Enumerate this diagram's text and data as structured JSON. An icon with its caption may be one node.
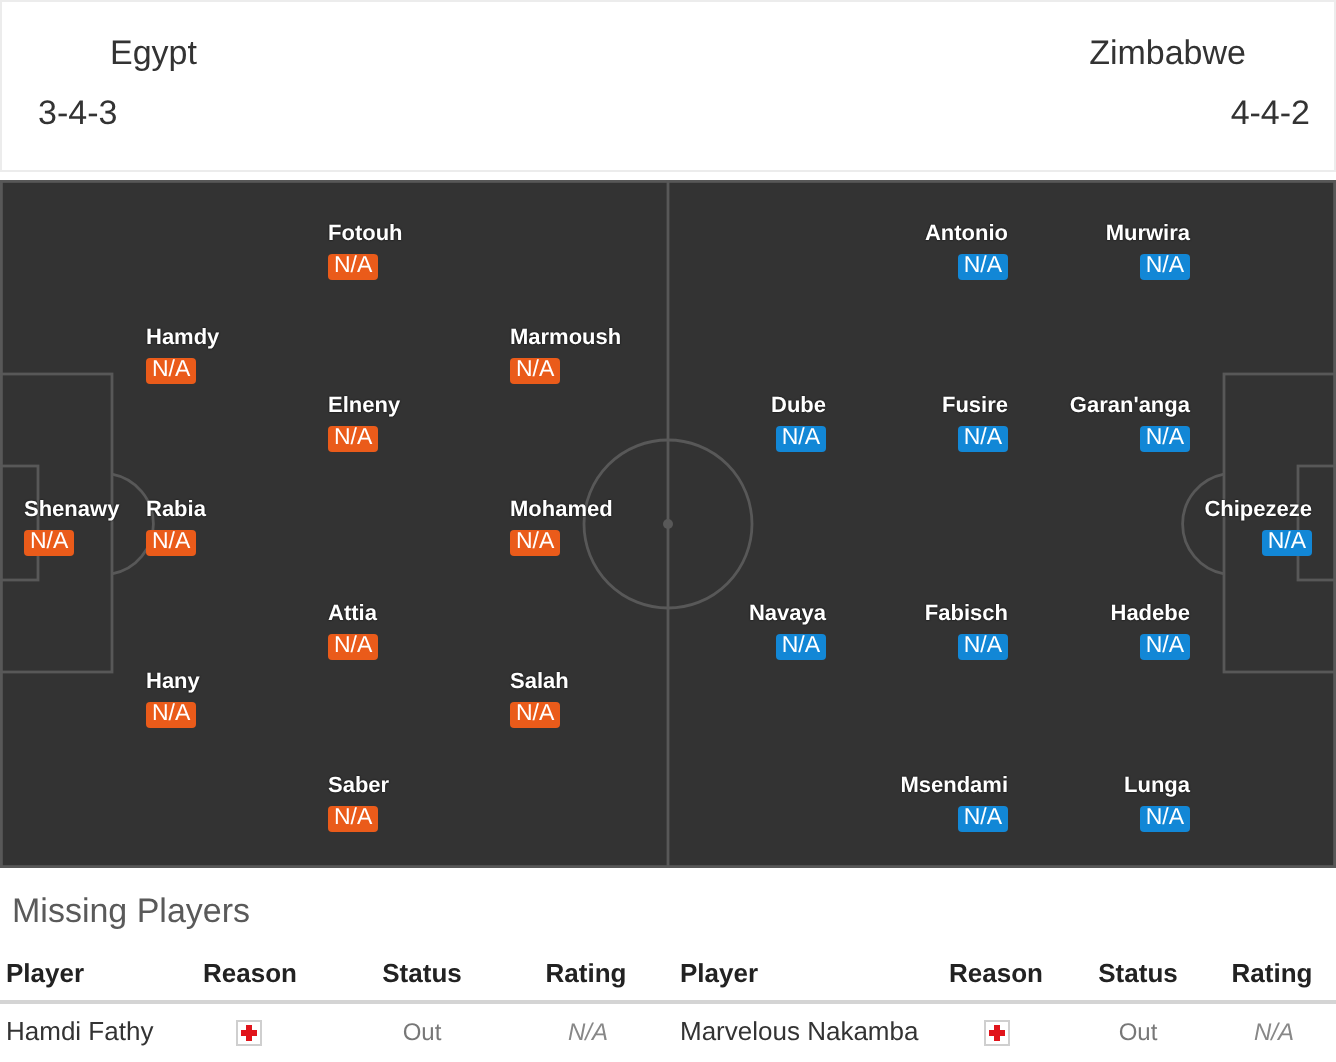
{
  "diagram": {
    "nodes": [
      {
        "text": [
          "Shenawy",
          "N/A"
        ]
      },
      {
        "text": [
          "Hamdy",
          "N/A"
        ]
      },
      {
        "text": [
          "Rabia",
          "N/A"
        ]
      },
      {
        "text": [
          "Hany",
          "N/A"
        ]
      },
      {
        "text": [
          "Fotouh",
          "N/A"
        ]
      },
      {
        "text": [
          "Elneny",
          "N/A"
        ]
      },
      {
        "text": [
          "Attia",
          "N/A"
        ]
      },
      {
        "text": [
          "Saber",
          "N/A"
        ]
      },
      {
        "text": [
          "Marmoush",
          "N/A"
        ]
      },
      {
        "text": [
          "Mohamed",
          "N/A"
        ]
      },
      {
        "text": [
          "Salah",
          "N/A"
        ]
      },
      {
        "text": [
          "Chipezeze",
          "N/A"
        ]
      },
      {
        "text": [
          "Murwira",
          "N/A"
        ]
      },
      {
        "text": [
          "Garan'anga",
          "N/A"
        ]
      },
      {
        "text": [
          "Hadebe",
          "N/A"
        ]
      },
      {
        "text": [
          "Lunga",
          "N/A"
        ]
      },
      {
        "text": [
          "Antonio",
          "N/A"
        ]
      },
      {
        "text": [
          "Fusire",
          "N/A"
        ]
      },
      {
        "text": [
          "Fabisch",
          "N/A"
        ]
      },
      {
        "text": [
          "Msendami",
          "N/A"
        ]
      },
      {
        "text": [
          "Dube",
          "N/A"
        ]
      },
      {
        "text": [
          "Navaya",
          "N/A"
        ]
      }
    ],
    "labels": [
      "Egypt",
      "Zimbabwe",
      "3-4-3",
      "4-4-2",
      "Missing Players",
      "Player",
      "Reason",
      "Status",
      "Rating",
      "Player",
      "Reason",
      "Status",
      "Rating",
      "Hamdi Fathy",
      "Out",
      "N/A",
      "Marvelous Nakamba",
      "Out",
      "N/A"
    ]
  }
}
